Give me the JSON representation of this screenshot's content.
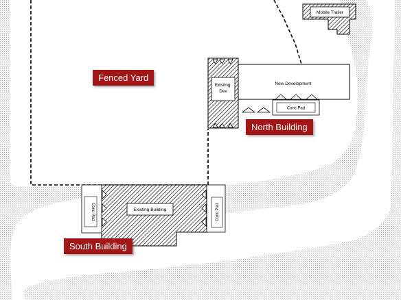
{
  "callouts": {
    "fenced_yard": "Fenced Yard",
    "north_building": "North Building",
    "south_building": "South Building"
  },
  "buildings": {
    "mobile_trailer": "Mobile Trailer",
    "existing_dev": [
      "Existing",
      "Dev"
    ],
    "new_development": "New Development",
    "conc_pad_north": "Conc Pad",
    "existing_building": "Existing Building",
    "conc_pad_south_left": "Conc Pad",
    "conc_pad_south_right": "Conc Pad"
  },
  "colors": {
    "callout_fill": "#a31616",
    "callout_text": "#ffffff",
    "dotted_ground": "#b4b4b4"
  }
}
